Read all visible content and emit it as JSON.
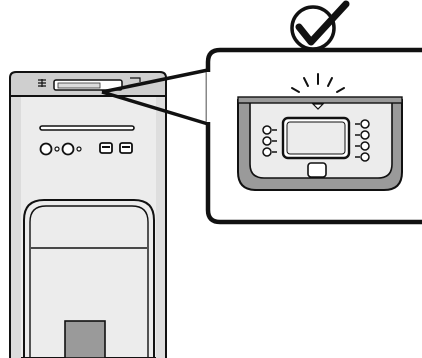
{
  "illustration": {
    "kind": "diagram",
    "objects": [
      "computer-tower",
      "front-panel-callout",
      "check-mark-icon"
    ],
    "status_indicator": "lit",
    "front_panel_left_buttons": 3,
    "front_panel_right_buttons": 4
  },
  "colors": {
    "background": "#ffffff",
    "outline": "#111111",
    "tower_top": "#cfcfcf",
    "tower_body": "#ececec",
    "panel_gray": "#9a9a9a",
    "callout_fill": "#ffffff"
  }
}
